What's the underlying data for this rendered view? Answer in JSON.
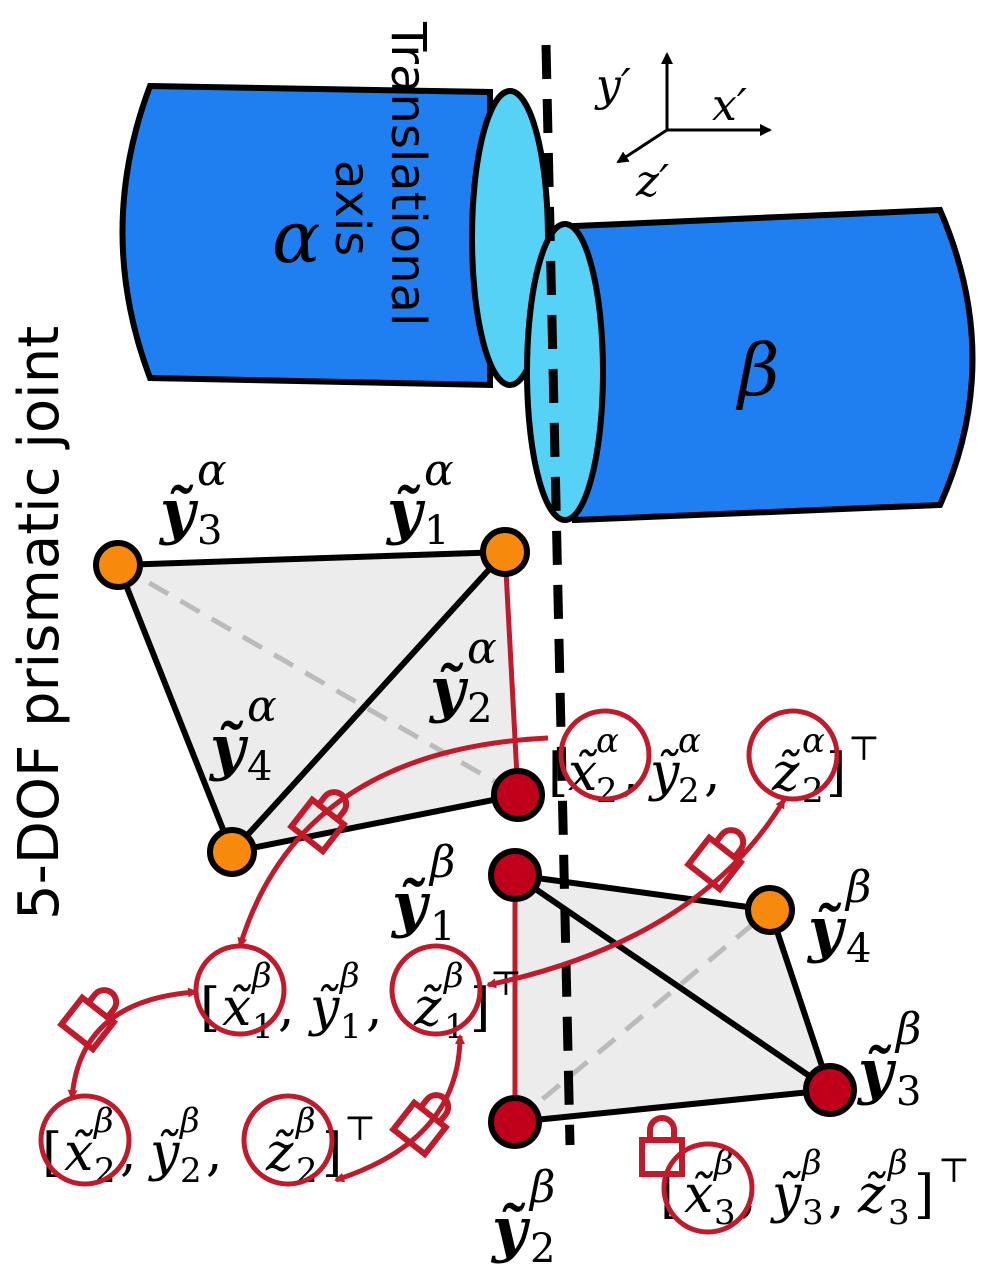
{
  "diagram": {
    "side_title": "5-DOF prismatic joint",
    "axis_label_line1": "Translational",
    "axis_label_line2": "axis",
    "body_alpha": "α",
    "body_beta": "β",
    "frame_axes": {
      "x": "x′",
      "y": "y′",
      "z": "z′"
    },
    "alpha_points": [
      {
        "base": "ỹ",
        "sub": "3",
        "sup": "α"
      },
      {
        "base": "ỹ",
        "sub": "1",
        "sup": "α"
      },
      {
        "base": "ỹ",
        "sub": "2",
        "sup": "α"
      },
      {
        "base": "ỹ",
        "sub": "4",
        "sup": "α"
      }
    ],
    "beta_points": [
      {
        "base": "ỹ",
        "sub": "1",
        "sup": "β"
      },
      {
        "base": "ỹ",
        "sub": "4",
        "sup": "β"
      },
      {
        "base": "ỹ",
        "sub": "3",
        "sup": "β"
      },
      {
        "base": "ỹ",
        "sub": "2",
        "sup": "β"
      }
    ],
    "vectors": [
      {
        "id": "a2",
        "bracket_open": "[",
        "x": "x̃",
        "y": "ỹ",
        "z": "z̃",
        "sub": "2",
        "sup": "α",
        "sep": ",",
        "close": "]",
        "transpose": "⊤"
      },
      {
        "id": "b1",
        "bracket_open": "[",
        "x": "x̃",
        "y": "ỹ",
        "z": "z̃",
        "sub": "1",
        "sup": "β",
        "sep": ",",
        "close": "]",
        "transpose": "⊤"
      },
      {
        "id": "b2",
        "bracket_open": "[",
        "x": "x̃",
        "y": "ỹ",
        "z": "z̃",
        "sub": "2",
        "sup": "β",
        "sep": ",",
        "close": "]",
        "transpose": "⊤"
      },
      {
        "id": "b3",
        "bracket_open": "[",
        "x": "x̃",
        "y": "ỹ",
        "z": "z̃",
        "sub": "3",
        "sup": "β",
        "sep": ",",
        "close": "]",
        "transpose": "⊤"
      }
    ],
    "colors": {
      "cylinder_body": "#1f7ef0",
      "cylinder_face": "#56d2f7",
      "orange_node": "#f78a0c",
      "red_node": "#c0001a",
      "constraint": "#c21a2a",
      "tetra_fill": "#ececec",
      "outline": "#000000"
    },
    "icons": [
      "lock-icon"
    ]
  }
}
